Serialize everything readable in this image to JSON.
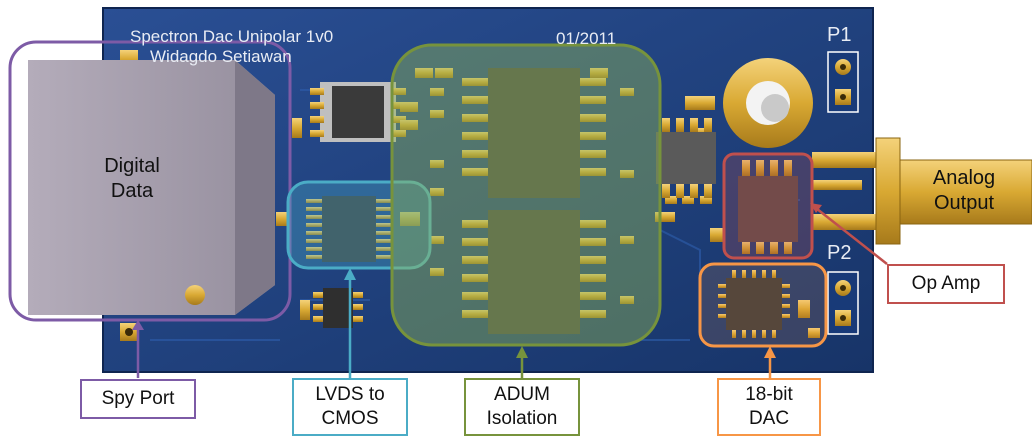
{
  "board": {
    "title": "Spectron Dac Unipolar 1v0",
    "author": "Widagdo Setiawan",
    "date": "01/2011",
    "p1": "P1",
    "p2": "P2"
  },
  "callouts": {
    "digital_data": "Digital Data",
    "analog_output": "Analog Output",
    "op_amp": "Op Amp",
    "spy_port": "Spy Port",
    "lvds": "LVDS to CMOS",
    "adum": "ADUM Isolation",
    "dac": "18-bit DAC"
  },
  "colors": {
    "board": "#1c3d7a",
    "spy_port": "#7d5ba6",
    "lvds": "#4bacc6",
    "adum": "#77933c",
    "dac": "#f79646",
    "op_amp": "#c0504d"
  }
}
